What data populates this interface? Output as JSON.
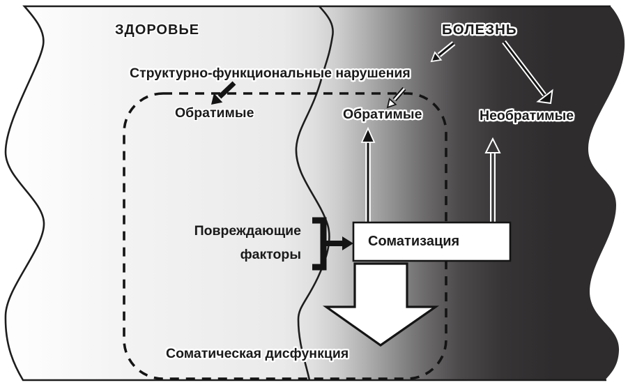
{
  "diagram": {
    "title_zone_left": "ЗДОРОВЬЕ",
    "title_zone_right": "БОЛЕЗНЬ",
    "labels": {
      "disorders": "Структурно-функциональные нарушения",
      "reversible_left": "Обратимые",
      "reversible_right": "Обратимые",
      "irreversible": "Необратимые",
      "damaging_line1": "Повреждающие",
      "damaging_line2": "факторы",
      "somatization": "Соматизация",
      "somatic_dysfunction": "Соматическая дисфункция"
    },
    "colors": {
      "dark_zone": "#2e2c2d",
      "light_zone": "#f2f2f2",
      "line": "#1a1a1a",
      "box_fill": "#ffffff"
    }
  }
}
